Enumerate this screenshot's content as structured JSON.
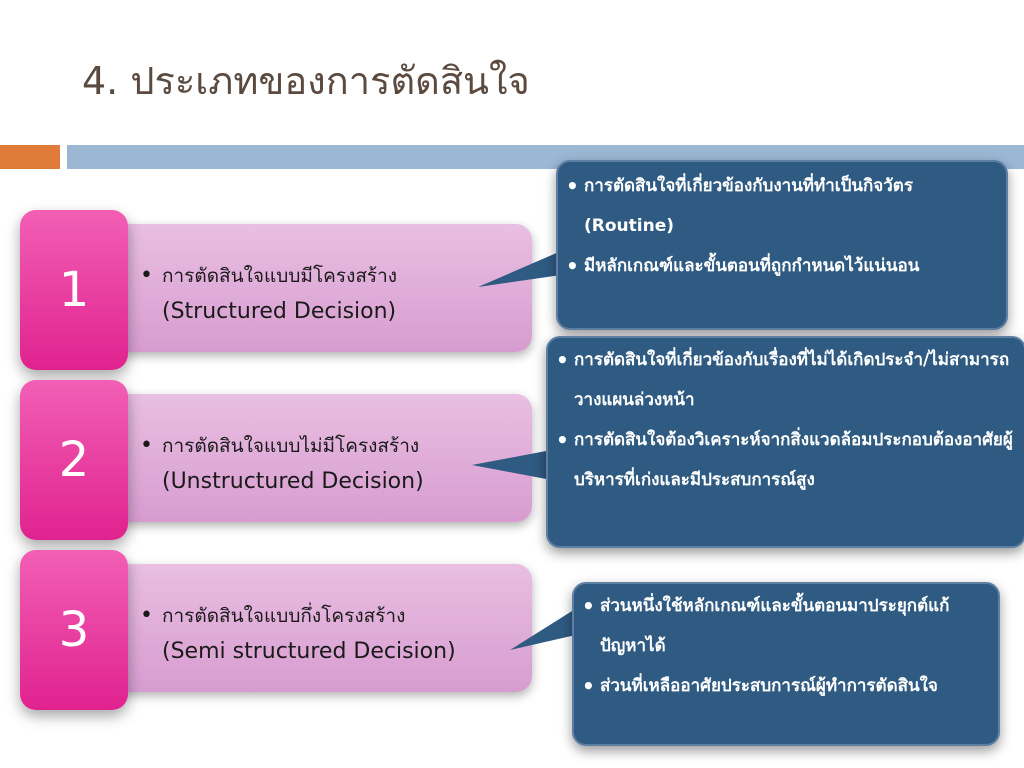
{
  "slide": {
    "title": "4. ประเภทของการตัดสินใจ"
  },
  "types": [
    {
      "number": "1",
      "line_th": "การตัดสินใจแบบมีโครงสร้าง",
      "line_en": "(Structured Decision)",
      "callout": [
        "การตัดสินใจที่เกี่ยวข้องกับงานที่ทำเป็นกิจวัตร (Routine)",
        "มีหลักเกณฑ์และขั้นตอนที่ถูกกำหนดไว้แน่นอน"
      ]
    },
    {
      "number": "2",
      "line_th": "การตัดสินใจแบบไม่มีโครงสร้าง",
      "line_en": "(Unstructured Decision)",
      "callout": [
        "การตัดสินใจที่เกี่ยวข้องกับเรื่องที่ไม่ได้เกิดประจำ/ไม่สามารถวางแผนล่วงหน้า",
        "การตัดสินใจต้องวิเคราะห์จากสิ่งแวดล้อมประกอบต้องอาศัยผู้บริหารที่เก่งและมีประสบการณ์สูง"
      ]
    },
    {
      "number": "3",
      "line_th": "การตัดสินใจแบบกึ่งโครงสร้าง",
      "line_en": "(Semi structured Decision)",
      "callout": [
        "ส่วนหนึ่งใช้หลักเกณฑ์และขั้นตอนมาประยุกต์แก้ปัญหาได้",
        "ส่วนที่เหลืออาศัยประสบการณ์ผู้ทำการตัดสินใจ"
      ]
    }
  ],
  "colors": {
    "title_text": "#5a4a3f",
    "accent_orange": "#e07b39",
    "accent_blue": "#9bb7d4",
    "number_pink": "#e0228f",
    "label_pink": "#d79ccf",
    "callout_blue": "#2f5a82"
  }
}
